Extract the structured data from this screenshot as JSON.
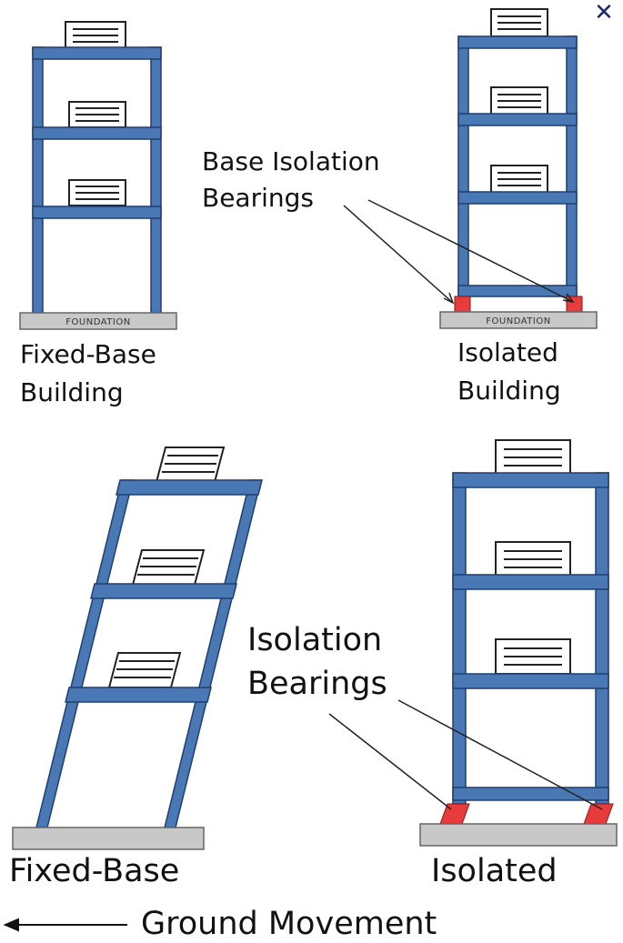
{
  "close_icon": "close-icon",
  "colors": {
    "frame": "#4a78b4",
    "frame_stroke": "#1f3f70",
    "foundation": "#c8c8c8",
    "bearing": "#e83c3c",
    "text": "#111111"
  },
  "top_left": {
    "foundation_label": "FOUNDATION",
    "caption_line1": "Fixed-Base",
    "caption_line2": "Building"
  },
  "top_right": {
    "foundation_label": "FOUNDATION",
    "caption_line1": "Isolated",
    "caption_line2": "Building",
    "callout_line1": "Base Isolation",
    "callout_line2": "Bearings"
  },
  "bottom_left": {
    "caption": "Fixed-Base"
  },
  "bottom_right": {
    "caption": "Isolated",
    "callout_line1": "Isolation",
    "callout_line2": "Bearings"
  },
  "footer": {
    "arrow_icon": "arrow-left-icon",
    "label": "Ground Movement"
  }
}
